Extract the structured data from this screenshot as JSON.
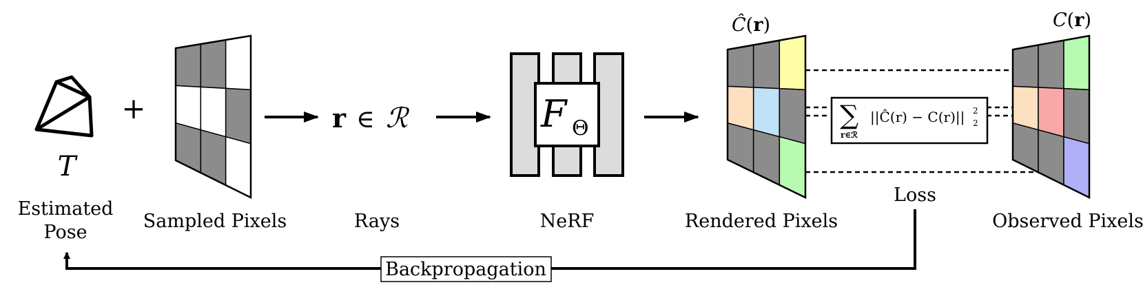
{
  "labels": {
    "estimated_pose_line1": "Estimated",
    "estimated_pose_line2": "Pose",
    "pose_symbol": "T",
    "plus": "+",
    "sampled_pixels": "Sampled Pixels",
    "rays": "Rays",
    "rays_symbol_r": "r",
    "rays_symbol_in": "∈",
    "rays_symbol_set": "ℛ",
    "nerf": "NeRF",
    "nerf_f": "F",
    "nerf_theta": "Θ",
    "rendered_pixels": "Rendered Pixels",
    "rendered_top_c": "Ĉ",
    "rendered_top_r": "r",
    "observed_pixels": "Observed Pixels",
    "observed_top_c": "C",
    "observed_top_r": "r",
    "loss": "Loss",
    "loss_sum": "∑",
    "loss_sum_sub": "r∈ℛ",
    "loss_expr": "||Ĉ(r) − C(r)||",
    "loss_exp": "2",
    "loss_sub": "2",
    "backprop": "Backpropagation"
  },
  "colors": {
    "gray": "#8c8c8c",
    "white": "#ffffff",
    "yellow": "#ffffa8",
    "peach": "#fde0c0",
    "light_blue": "#bfe2f7",
    "light_green": "#b8fbb0",
    "pink": "#f8a8a8",
    "lavender": "#b0b0f8",
    "nerf_gray": "#dcdcdc"
  },
  "grids": {
    "sampled": [
      "gray",
      "gray",
      "white",
      "white",
      "white",
      "gray",
      "gray",
      "gray",
      "white"
    ],
    "rendered": [
      "gray",
      "gray",
      "yellow",
      "peach",
      "light_blue",
      "gray",
      "gray",
      "gray",
      "light_green"
    ],
    "observed": [
      "gray",
      "gray",
      "light_green",
      "peach",
      "pink",
      "gray",
      "gray",
      "gray",
      "lavender"
    ]
  }
}
